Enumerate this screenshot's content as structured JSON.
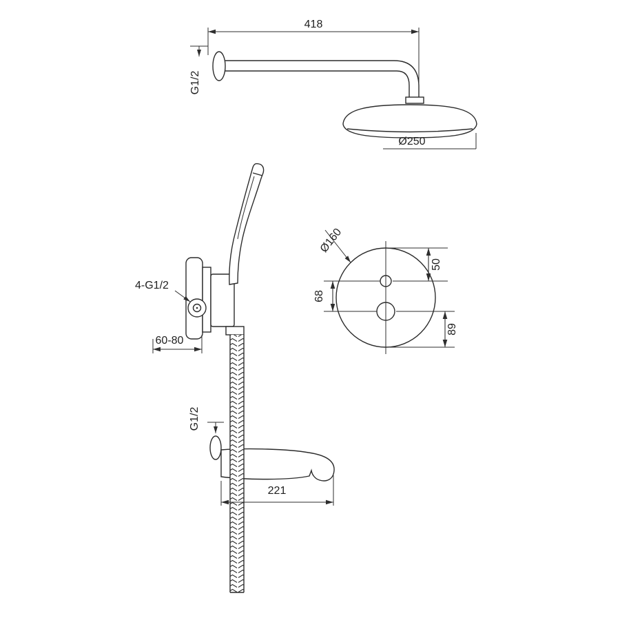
{
  "drawing": {
    "background": "#ffffff",
    "stroke_color": "#2b2b2b",
    "labels": {
      "arm_length": "418",
      "arm_thread": "G1/2",
      "head_diameter": "Ø250",
      "plate_diameter": "Ø160",
      "plate_top_offset": "50",
      "plate_center_spacing": "68",
      "plate_bottom_offset": "89",
      "valve_connections": "4-G1/2",
      "mounting_depth": "60-80",
      "spout_thread": "G1/2",
      "spout_length": "221"
    }
  }
}
